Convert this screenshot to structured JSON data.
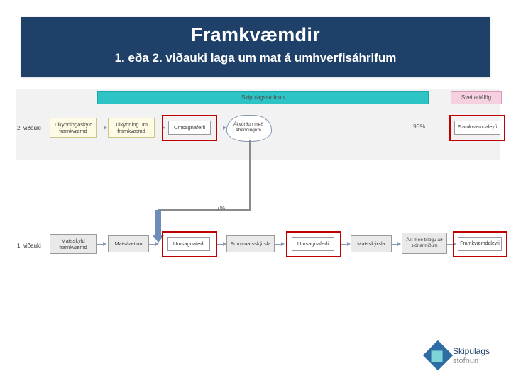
{
  "slide": {
    "title": "Framkvæmdir",
    "subtitle": "1. eða 2. viðauki laga um mat á umhverfisáhrifum",
    "accent_color": "#1f4068",
    "teal_color": "#2ec4c6",
    "highlight_color": "#c00000"
  },
  "diagram": {
    "headers": [
      {
        "label": "Skipulagsstofnun",
        "color": "#2ec4c6"
      },
      {
        "label": "Sveitarfélög",
        "color": "#f4d0e0"
      }
    ],
    "row_top": {
      "lane_label": "2. viðauki",
      "nodes": [
        {
          "label": "Tilkynningaskyld framkvæmd",
          "style": "yellow"
        },
        {
          "label": "Tilkynning um framkvæmd",
          "style": "yellow"
        },
        {
          "label": "Umsagnaferli",
          "style": "grey",
          "highlighted": true
        },
        {
          "label": "Ákvörðun með ábendingum",
          "style": "cloud"
        },
        {
          "label": "Framkvæmdaleyfi",
          "style": "white",
          "highlighted": true
        }
      ],
      "percent": "93%"
    },
    "row_bottom": {
      "lane_label": "1. viðauki",
      "nodes": [
        {
          "label": "Matsskyld framkvæmd",
          "style": "grey"
        },
        {
          "label": "Matsáætlun",
          "style": "grey"
        },
        {
          "label": "Umsagnaferli",
          "style": "grey",
          "highlighted": true
        },
        {
          "label": "Frummatsskýrsla",
          "style": "grey"
        },
        {
          "label": "Umsagnaferli",
          "style": "grey",
          "highlighted": true
        },
        {
          "label": "Matsskýrsla",
          "style": "grey"
        },
        {
          "label": "Álit með tillögu að sjónarmiðum",
          "style": "grey"
        },
        {
          "label": "Framkvæmdaleyfi",
          "style": "white",
          "highlighted": true
        }
      ],
      "percent": "7%"
    }
  },
  "logo": {
    "line1": "Skipulags",
    "line2": "stofnun"
  }
}
